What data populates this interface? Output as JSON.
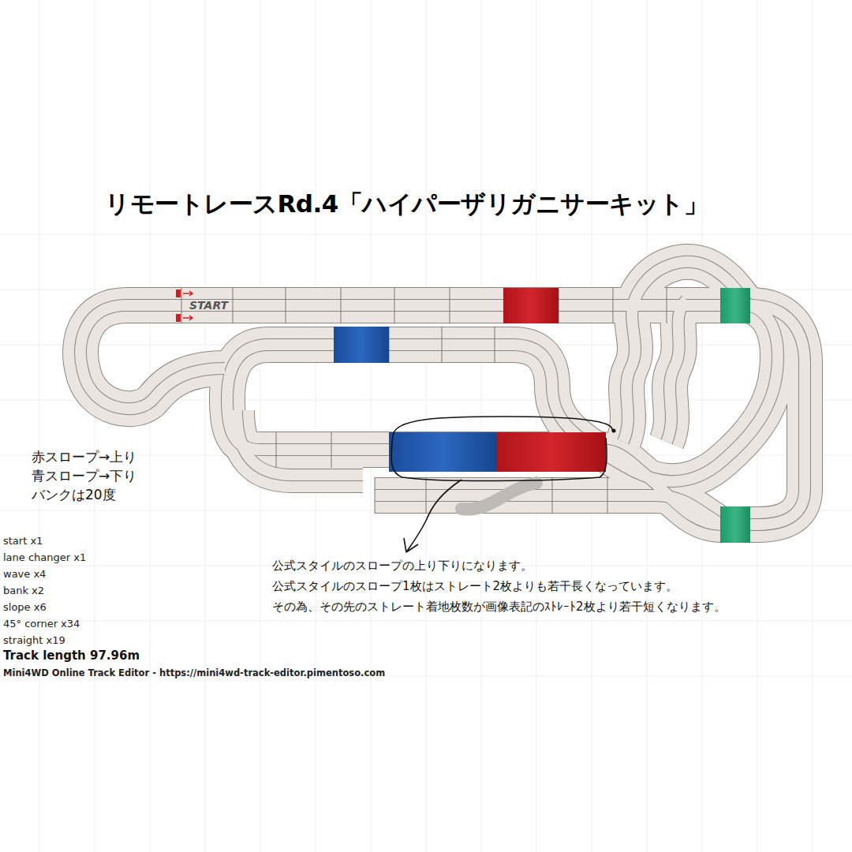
{
  "diagram": {
    "title": "リモートレースRd.4「ハイパーザリガニサーキット」",
    "labels": [
      "START",
      "赤スロープ→上り",
      "青スロープ→下り",
      "バンクは20度",
      "start x1",
      "lane changer x1",
      "wave x4",
      "bank x2",
      "slope x6",
      "45° corner x34",
      "straight x19",
      "Track length 97.96m",
      "Mini4WD Online Track Editor - https://mini4wd-track-editor.pimentoso.com",
      "公式スタイルのスロープの上り下りになります。",
      "公式スタイルのスロープ1枚はストレート2枚よりも若干長くなっています。",
      "その為、その先のストレート着地枚数が画像表記のｽﾄﾚｰﾄ2枚より若干短くなります。"
    ]
  }
}
